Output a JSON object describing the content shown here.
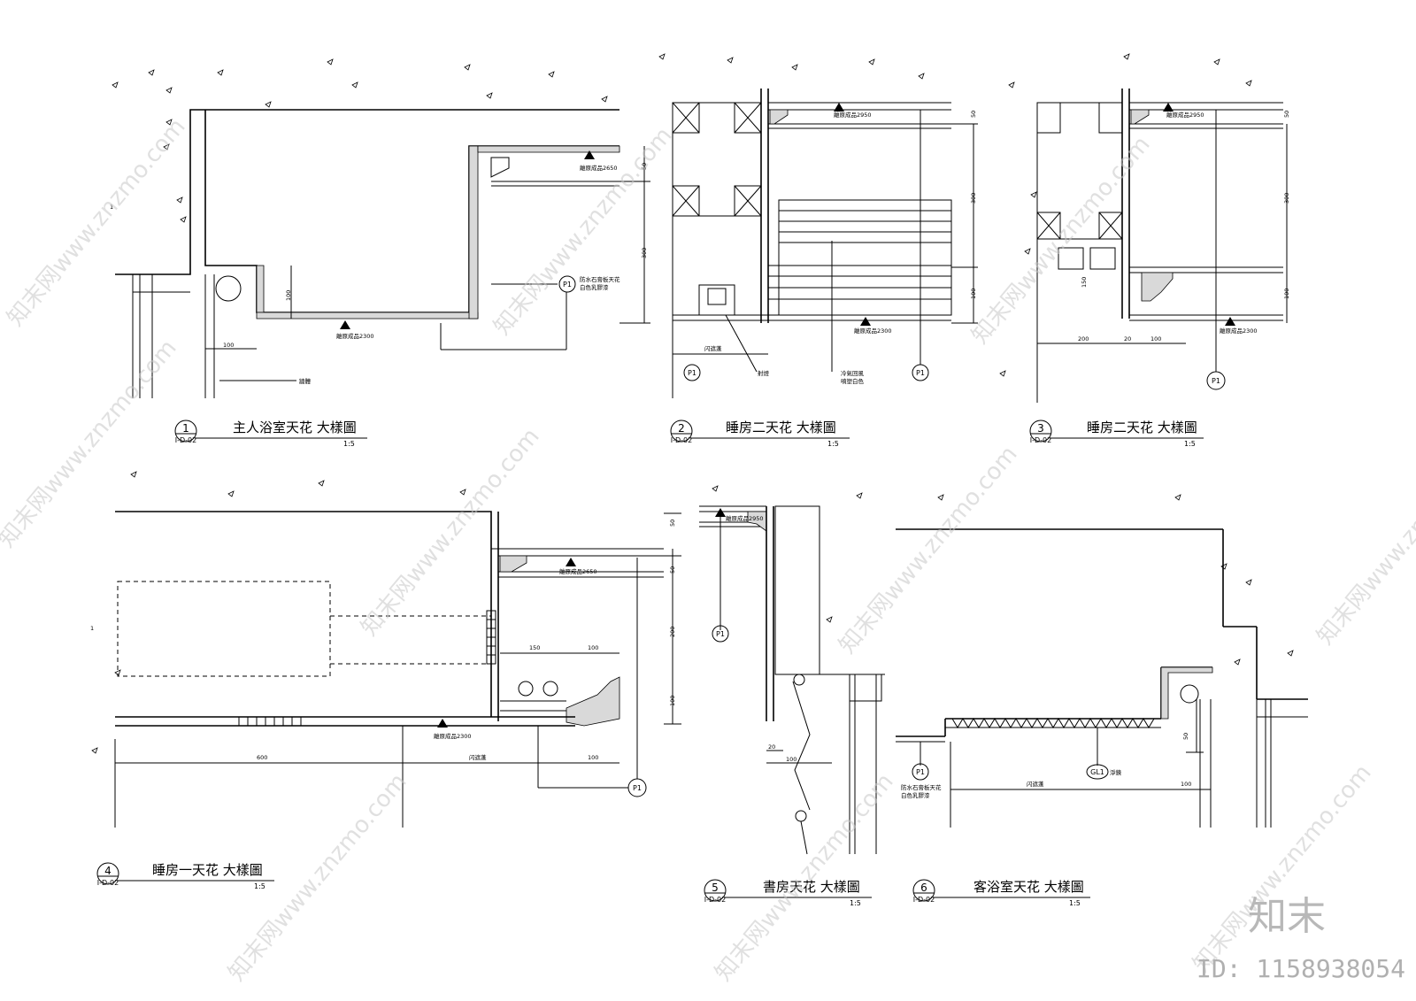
{
  "details": [
    {
      "num": "1",
      "sheet": "I-D-02",
      "title": "主人浴室天花 大樣圖",
      "scale": "1:5"
    },
    {
      "num": "2",
      "sheet": "I-D-02",
      "title": "睡房二天花 大樣圖",
      "scale": "1:5"
    },
    {
      "num": "3",
      "sheet": "I-D-02",
      "title": "睡房二天花 大樣圖",
      "scale": "1:5"
    },
    {
      "num": "4",
      "sheet": "I-D-02",
      "title": "睡房一天花  大樣圖",
      "scale": "1:5"
    },
    {
      "num": "5",
      "sheet": "I-D-02",
      "title": "書房天花 大樣圖",
      "scale": "1:5"
    },
    {
      "num": "6",
      "sheet": "I-D-02",
      "title": "客浴室天花  大樣圖",
      "scale": "1:5"
    }
  ],
  "labels": {
    "p1": "P1",
    "gl1": "GL1",
    "note_waterproof_1": "防水石膏板天花",
    "note_waterproof_2": "白色乳膠漆",
    "note_aircon_1": "冷氣回風",
    "note_aircon_2": "噴塑白色",
    "note_vent": "射燈",
    "note_wall": "牆體",
    "note_mirror": "淨鏡",
    "ceiling_h_2650": "離原成品2650",
    "ceiling_h_2300": "離原成品2300",
    "ceiling_h_2950": "離原成品2950",
    "opening": "闪遮蓬",
    "edge_mark": "1"
  },
  "dims": {
    "d50": "50",
    "d300": "300",
    "d100": "100",
    "d150": "150",
    "d200": "200",
    "d20": "20",
    "d600": "600"
  },
  "watermark": {
    "diag": "知末网www.znzmo.com",
    "logo": "知末",
    "id": "ID: 1158938054"
  },
  "colors": {
    "line": "#000000",
    "hatch": "#d9d9d9",
    "watermark": "#b8b8b8"
  }
}
